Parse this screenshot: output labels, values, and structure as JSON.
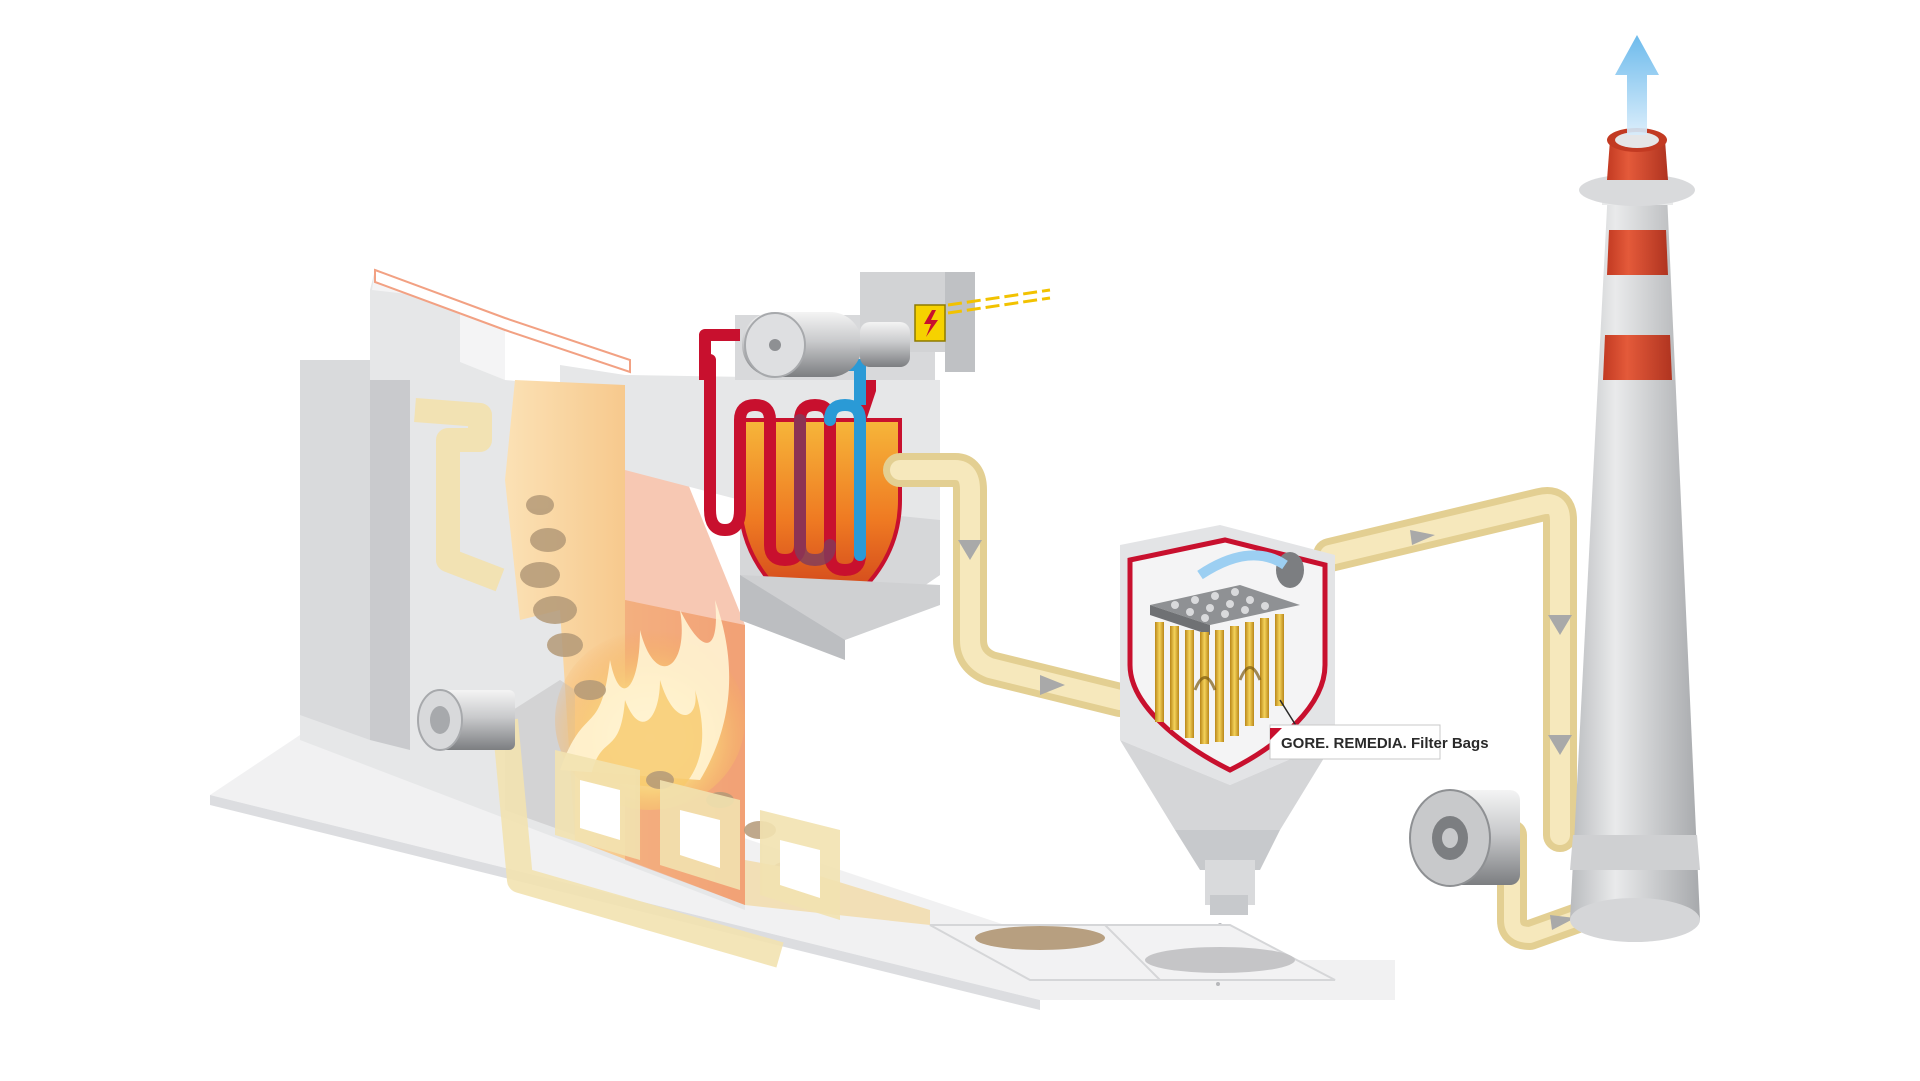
{
  "diagram": {
    "callout": {
      "label": "GORE. REMEDIA. Filter Bags",
      "target": "filter-bags"
    },
    "components": [
      "incinerator-furnace",
      "boiler-heat-exchanger",
      "steam-turbine-generator",
      "electrical-hazard-sign",
      "baghouse-filter",
      "induced-draft-fan",
      "chimney-stack",
      "ash-collection-trough"
    ],
    "colors": {
      "duct": "#f2e2b0",
      "duct_shade": "#e3cf92",
      "structure_light": "#eceded",
      "structure_mid": "#d5d6d8",
      "structure_dark": "#b9bbbe",
      "stack_red": "#d9472b",
      "hot_red": "#c8102e",
      "cold_blue": "#2a9ad6",
      "flame": "#f7b733",
      "warning_yellow": "#f6d200",
      "callout_border": "#c8102e"
    },
    "flow_direction_arrows": 6
  }
}
